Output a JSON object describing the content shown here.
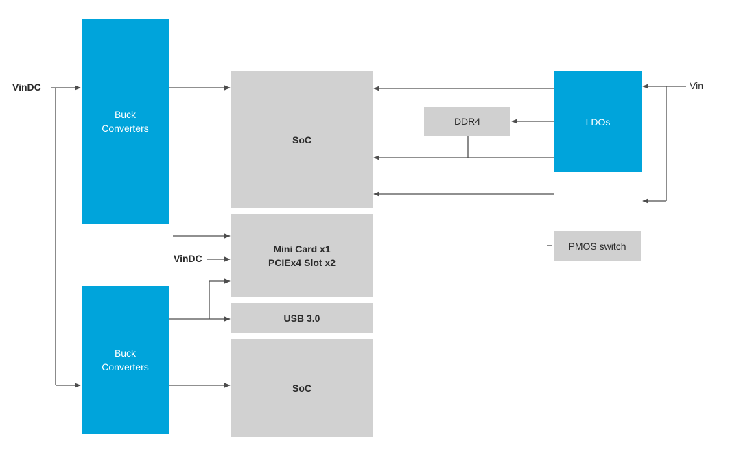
{
  "inputs": {
    "vindc_left": "VinDC",
    "vindc_mid": "VinDC",
    "vin_right": "Vin"
  },
  "blocks": {
    "buck_top": [
      "Buck",
      "Converters"
    ],
    "buck_bottom": [
      "Buck",
      "Converters"
    ],
    "soc_top": "SoC",
    "minicard": [
      "Mini Card x1",
      "PCIEx4 Slot x2"
    ],
    "usb": "USB 3.0",
    "soc_bottom": "SoC",
    "ddr4": "DDR4",
    "ldos": "LDOs",
    "pmos": "PMOS switch"
  },
  "colors": {
    "converter_blue": "#00a4db",
    "block_gray": "#d1d1d1",
    "line": "#4d4d4d"
  }
}
